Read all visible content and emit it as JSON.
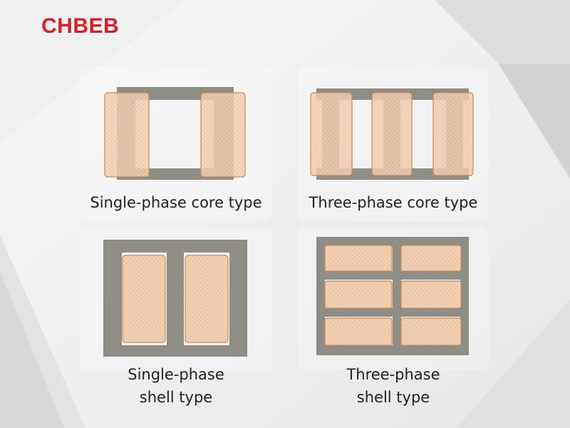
{
  "brand": {
    "name": "CHBEB",
    "color": "#d6202a"
  },
  "colors": {
    "core": "#8e8e86",
    "winding_fill": "#f2cfb0",
    "winding_stroke": "#c98a55",
    "caption": "#222222"
  },
  "diagrams": [
    {
      "key": "single-phase-core",
      "caption_lines": [
        "Single-phase core type"
      ]
    },
    {
      "key": "three-phase-core",
      "caption_lines": [
        "Three-phase core type"
      ]
    },
    {
      "key": "single-phase-shell",
      "caption_lines": [
        "Single-phase",
        "shell type"
      ]
    },
    {
      "key": "three-phase-shell",
      "caption_lines": [
        "Three-phase",
        "shell type"
      ]
    }
  ]
}
